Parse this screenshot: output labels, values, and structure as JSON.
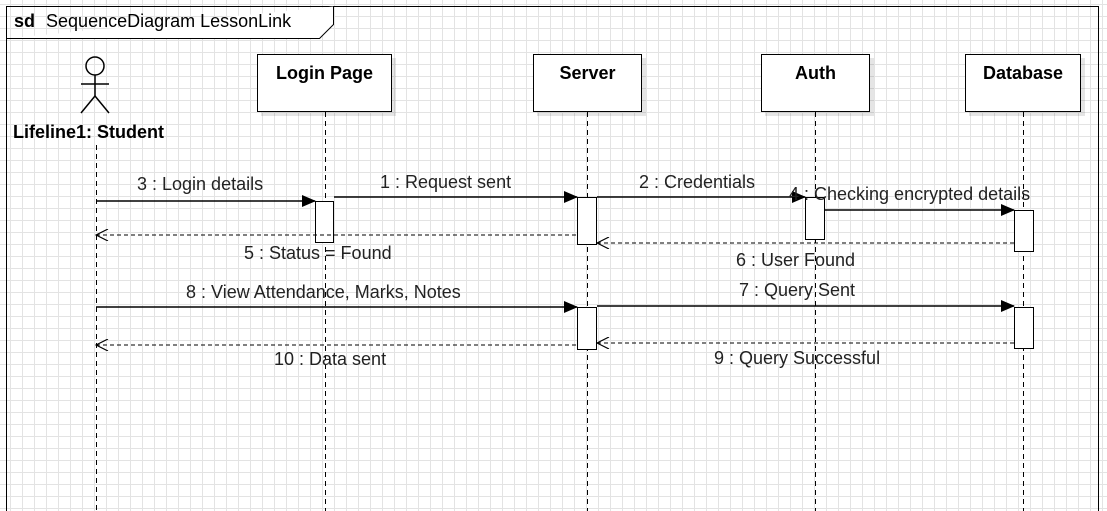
{
  "frame": {
    "keyword": "sd",
    "title": "SequenceDiagram LessonLink"
  },
  "actor": {
    "name": "Lifeline1: Student"
  },
  "lifelines": [
    {
      "id": "login",
      "name": "Login Page"
    },
    {
      "id": "server",
      "name": "Server"
    },
    {
      "id": "auth",
      "name": "Auth"
    },
    {
      "id": "db",
      "name": "Database"
    }
  ],
  "messages": [
    {
      "id": "m1",
      "label": "1 : Request sent",
      "from": "login",
      "to": "server",
      "kind": "sync"
    },
    {
      "id": "m2",
      "label": "2 : Credentials",
      "from": "server",
      "to": "auth",
      "kind": "sync"
    },
    {
      "id": "m3",
      "label": "3 : Login details",
      "from": "actor",
      "to": "login",
      "kind": "sync"
    },
    {
      "id": "m4",
      "label": "4 : Checking encrypted details",
      "from": "auth",
      "to": "db",
      "kind": "sync"
    },
    {
      "id": "m5",
      "label": "5 : Status = Found",
      "from": "server",
      "to": "actor",
      "kind": "reply"
    },
    {
      "id": "m6",
      "label": "6 : User Found",
      "from": "db",
      "to": "server",
      "kind": "reply"
    },
    {
      "id": "m7",
      "label": "7 : Query Sent",
      "from": "server",
      "to": "db",
      "kind": "sync"
    },
    {
      "id": "m8",
      "label": "8 : View Attendance, Marks, Notes",
      "from": "actor",
      "to": "server",
      "kind": "sync"
    },
    {
      "id": "m9",
      "label": "9 : Query Successful",
      "from": "db",
      "to": "server",
      "kind": "reply"
    },
    {
      "id": "m10",
      "label": "10 : Data sent",
      "from": "server",
      "to": "actor",
      "kind": "reply"
    }
  ]
}
